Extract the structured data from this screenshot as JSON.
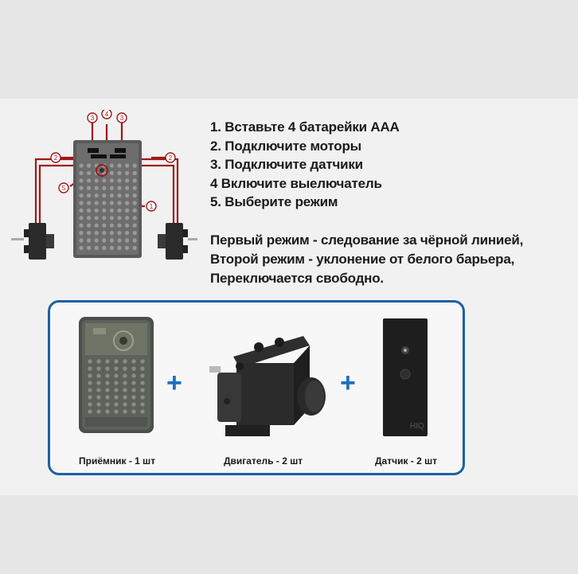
{
  "instructions": [
    "1. Вставьте 4 батарейки ААА",
    "2. Подключите моторы",
    "3. Подключите датчики",
    "4  Включите выелючатель",
    "5. Выберите режим"
  ],
  "modes": [
    "Первый режим - следование за чёрной линией,",
    "Второй режим - уклонение от белого барьера,",
    "Переключается свободно."
  ],
  "diagram": {
    "markers": [
      "3",
      "4",
      "3",
      "2",
      "2",
      "5",
      "1"
    ]
  },
  "parts": {
    "receiver_label": "Приёмник - 1 шт",
    "motor_label": "Двигатель - 2 шт",
    "sensor_label": "Датчик - 2 шт",
    "plus_1": "+",
    "plus_2": "+",
    "sensor_marking": "HIQ"
  },
  "colors": {
    "accent": "#1f5fa3",
    "plus": "#1f6fc0",
    "wire": "#a01818"
  }
}
